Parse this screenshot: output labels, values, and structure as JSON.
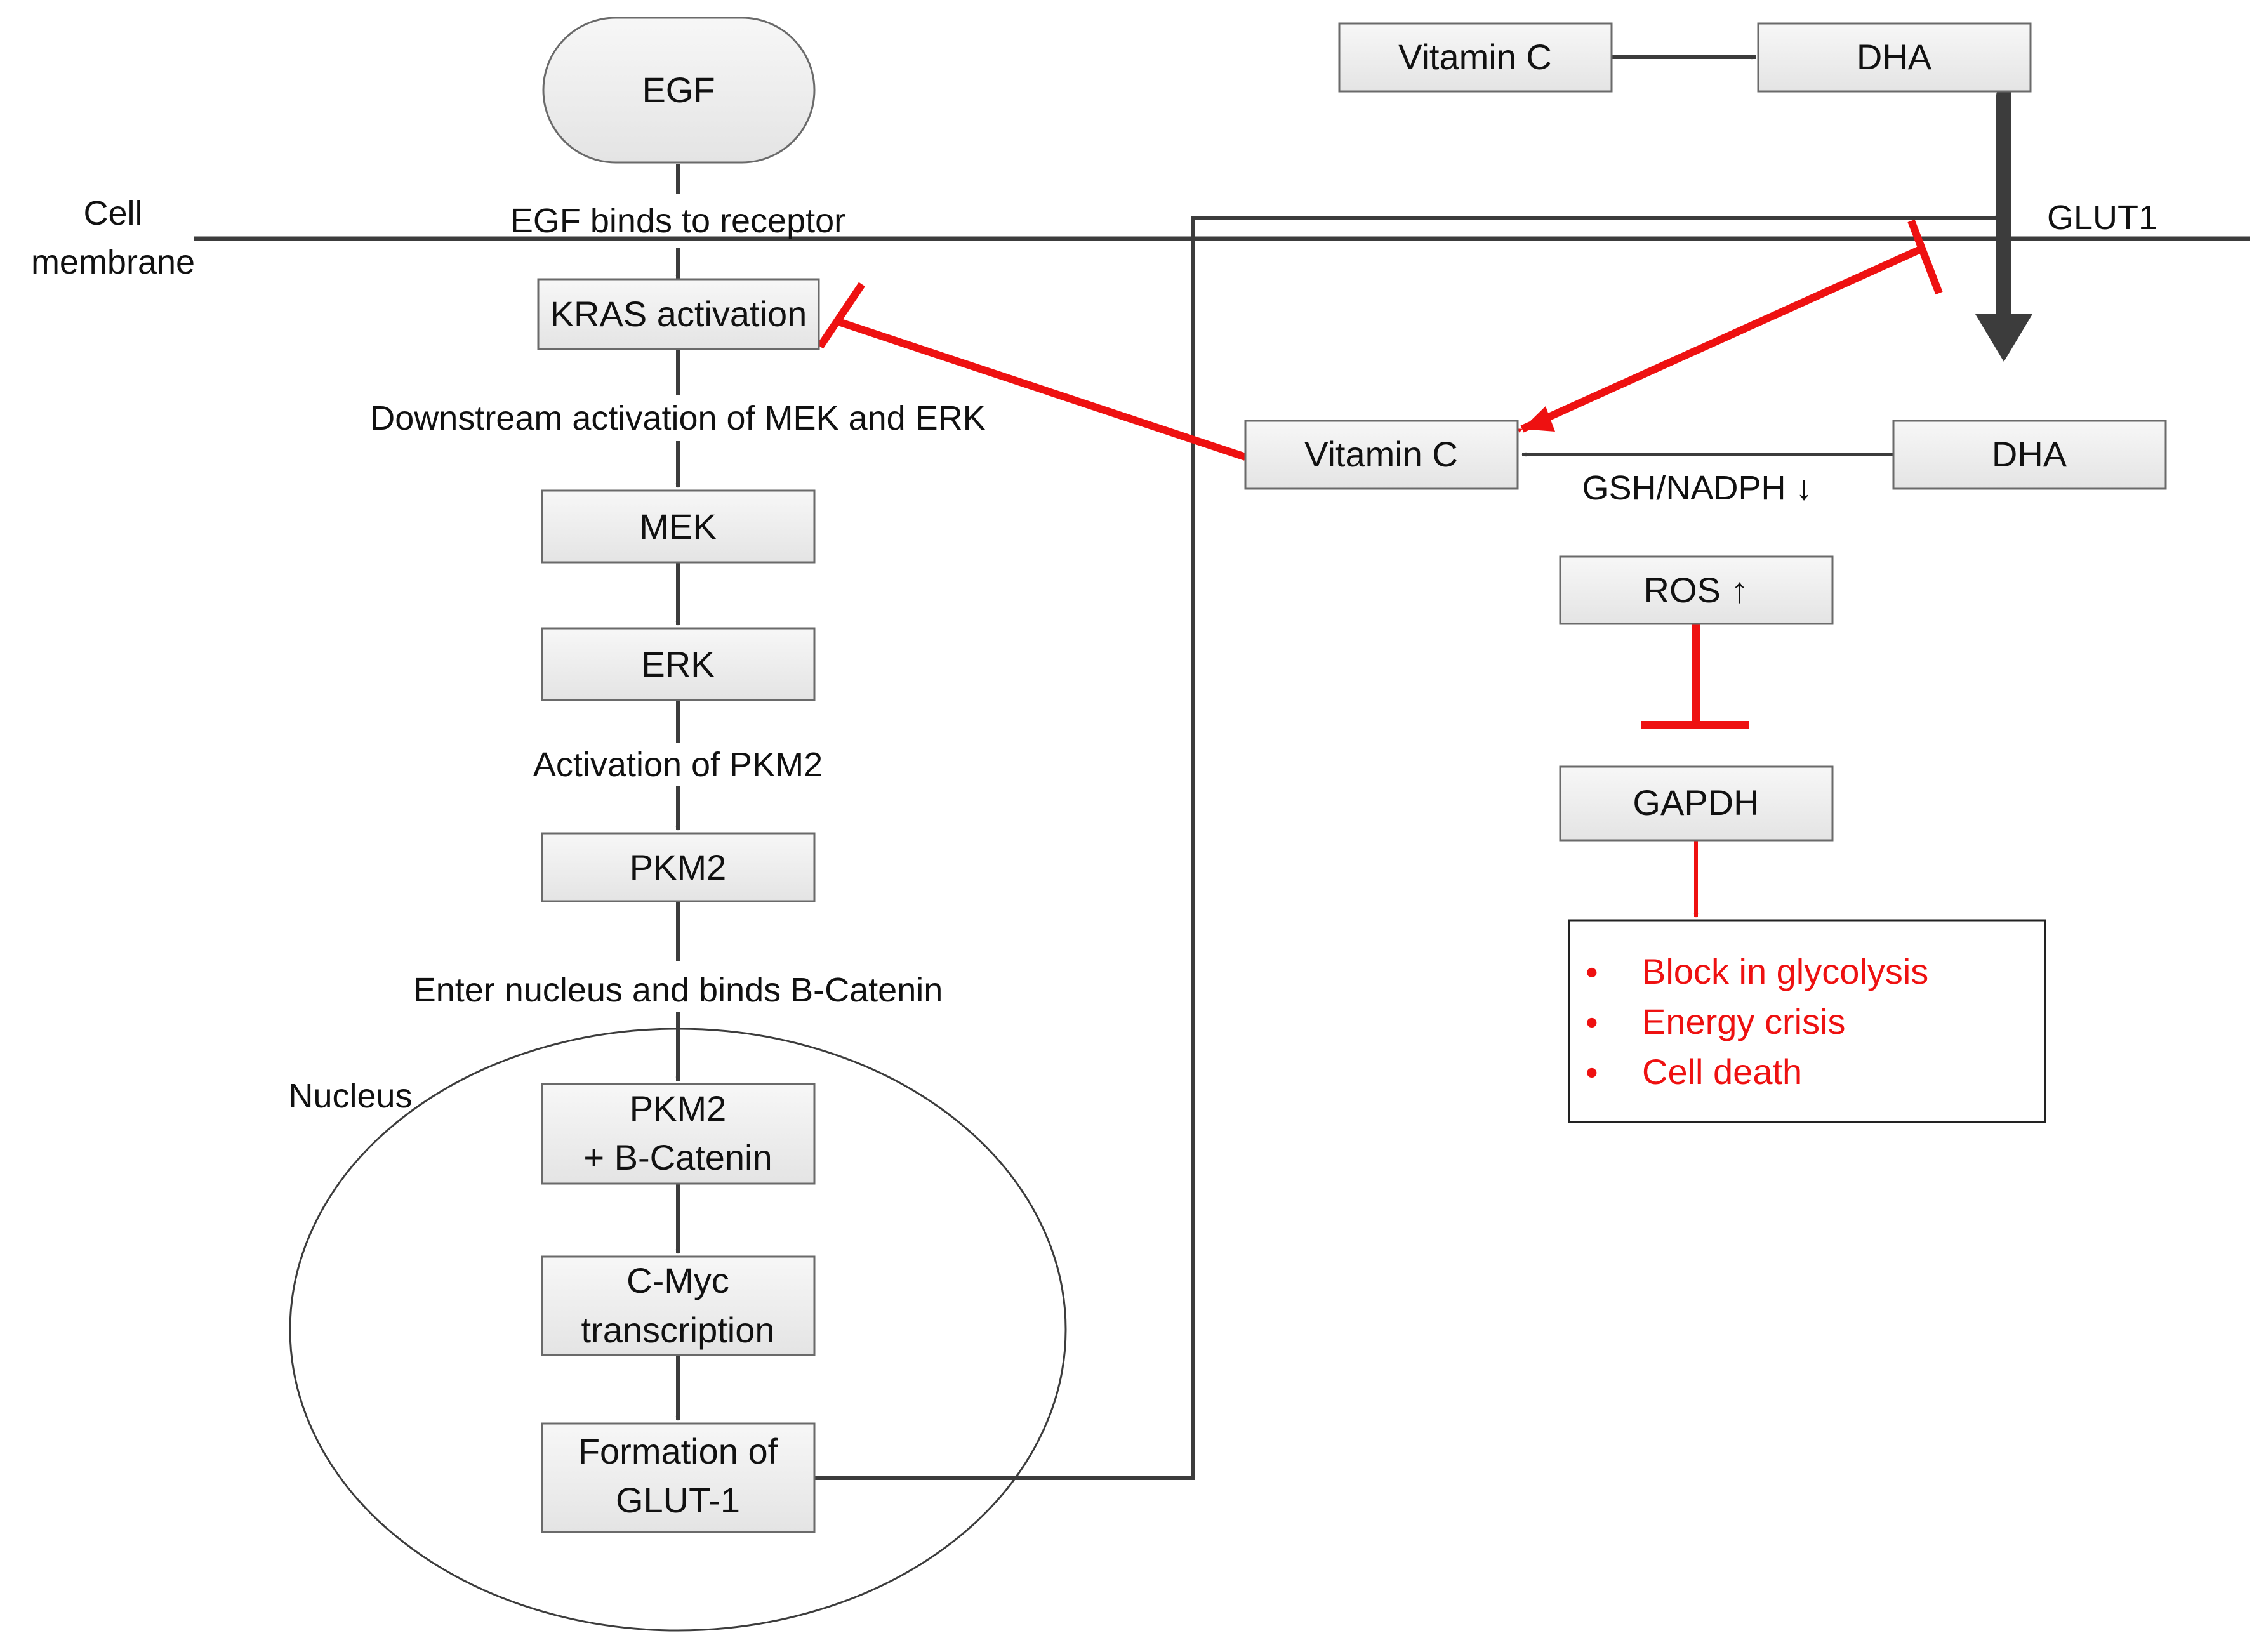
{
  "labels": {
    "cell_membrane_line1": "Cell",
    "cell_membrane_line2": "membrane",
    "glut1": "GLUT1",
    "nucleus": "Nucleus",
    "egf_binds": "EGF binds to receptor",
    "downstream": "Downstream activation of MEK and ERK",
    "activation_pkm2": "Activation of PKM2",
    "enter_nucleus": "Enter nucleus and binds B-Catenin",
    "gsh_nadph": "GSH/NADPH ↓"
  },
  "nodes": {
    "egf": "EGF",
    "kras": "KRAS activation",
    "mek": "MEK",
    "erk": "ERK",
    "pkm2": "PKM2",
    "pkm2_bcat_line1": "PKM2",
    "pkm2_bcat_line2": "+ B-Catenin",
    "cmyc_line1": "C-Myc",
    "cmyc_line2": "transcription",
    "glut1_form_line1": "Formation of",
    "glut1_form_line2": "GLUT-1",
    "vitc_top": "Vitamin C",
    "dha_top": "DHA",
    "vitc_mid": "Vitamin C",
    "dha_mid": "DHA",
    "ros": "ROS ↑",
    "gapdh": "GAPDH"
  },
  "outcomes": {
    "bullet": "•",
    "items": [
      "Block in glycolysis",
      "Energy crisis",
      "Cell death"
    ]
  },
  "colors": {
    "inhibition": "#ee1111",
    "line": "#3c3c3c",
    "outcome_text": "#ee1111"
  }
}
